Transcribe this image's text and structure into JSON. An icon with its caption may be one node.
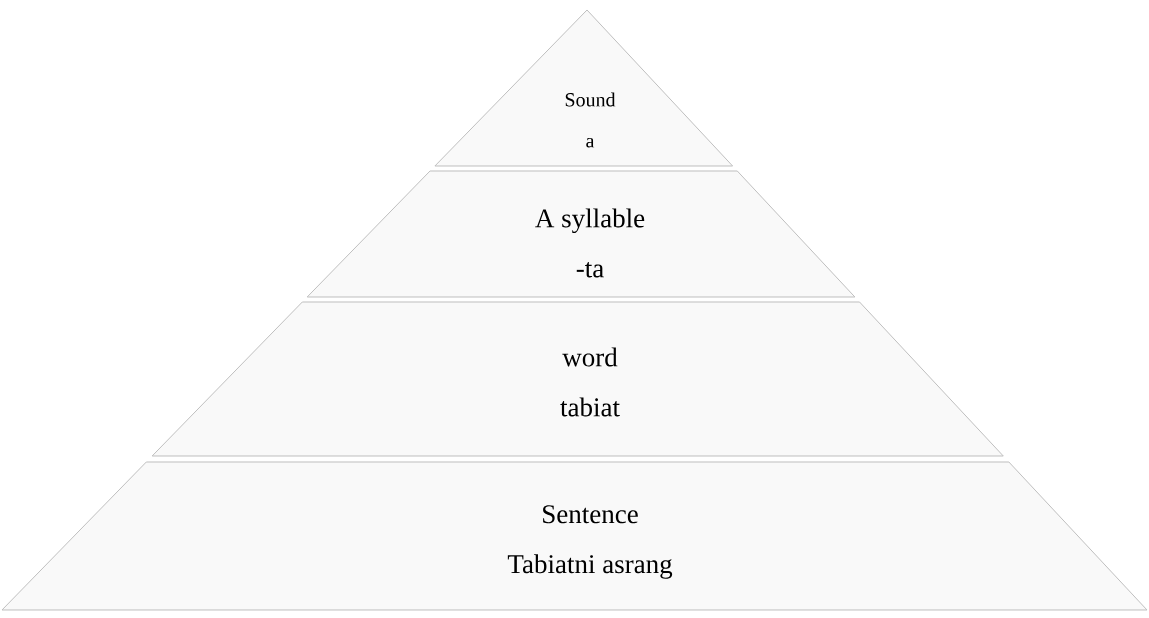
{
  "diagram": {
    "nodes": [
      {
        "text": [
          "Sound",
          "a"
        ]
      },
      {
        "text": [
          "A syllable",
          "-ta"
        ]
      },
      {
        "text": [
          "word",
          "tabiat"
        ]
      },
      {
        "text": [
          "Sentence",
          "Tabiatni asrang"
        ]
      }
    ]
  }
}
